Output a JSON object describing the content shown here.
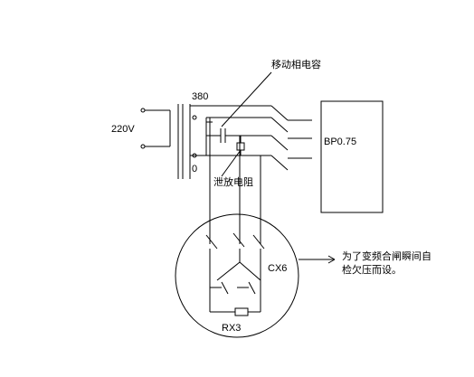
{
  "labels": {
    "voltage_in": "220V",
    "voltage_out": "380",
    "zero": "0",
    "capacitor_label": "移动相电容",
    "resistor_label": "泄放电阻",
    "drive_label": "BP0.75",
    "contactor_label": "CX6",
    "relay_label": "RX3",
    "note_line1": "为了变频合闸瞬间自",
    "note_line2": "检欠压而设。"
  }
}
